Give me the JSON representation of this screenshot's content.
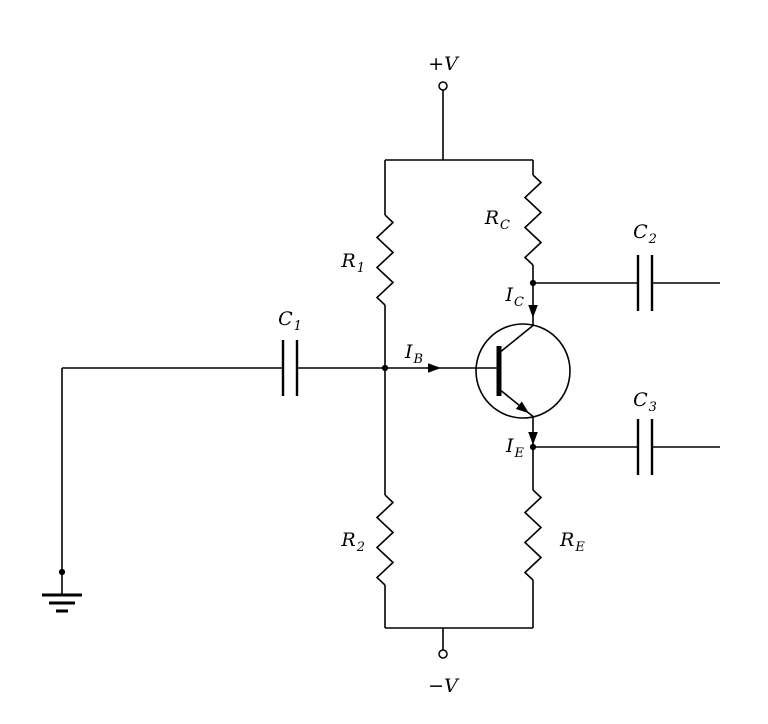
{
  "diagram": {
    "kind": "circuit-schematic",
    "description": "NPN BJT amplifier with voltage-divider bias, coupling capacitors and emitter resistor",
    "colors": {
      "line": "#000000",
      "background": "#ffffff"
    }
  },
  "labels": {
    "supply_positive": {
      "main": "+V",
      "sub": ""
    },
    "supply_negative": {
      "main": "−V",
      "sub": ""
    },
    "resistor_r1": {
      "main": "R",
      "sub": "1"
    },
    "resistor_r2": {
      "main": "R",
      "sub": "2"
    },
    "resistor_rc": {
      "main": "R",
      "sub": "C"
    },
    "resistor_re": {
      "main": "R",
      "sub": "E"
    },
    "capacitor_c1": {
      "main": "C",
      "sub": "1"
    },
    "capacitor_c2": {
      "main": "C",
      "sub": "2"
    },
    "capacitor_c3": {
      "main": "C",
      "sub": "3"
    },
    "current_ib": {
      "main": "I",
      "sub": "B"
    },
    "current_ic": {
      "main": "I",
      "sub": "C"
    },
    "current_ie": {
      "main": "I",
      "sub": "E"
    }
  }
}
